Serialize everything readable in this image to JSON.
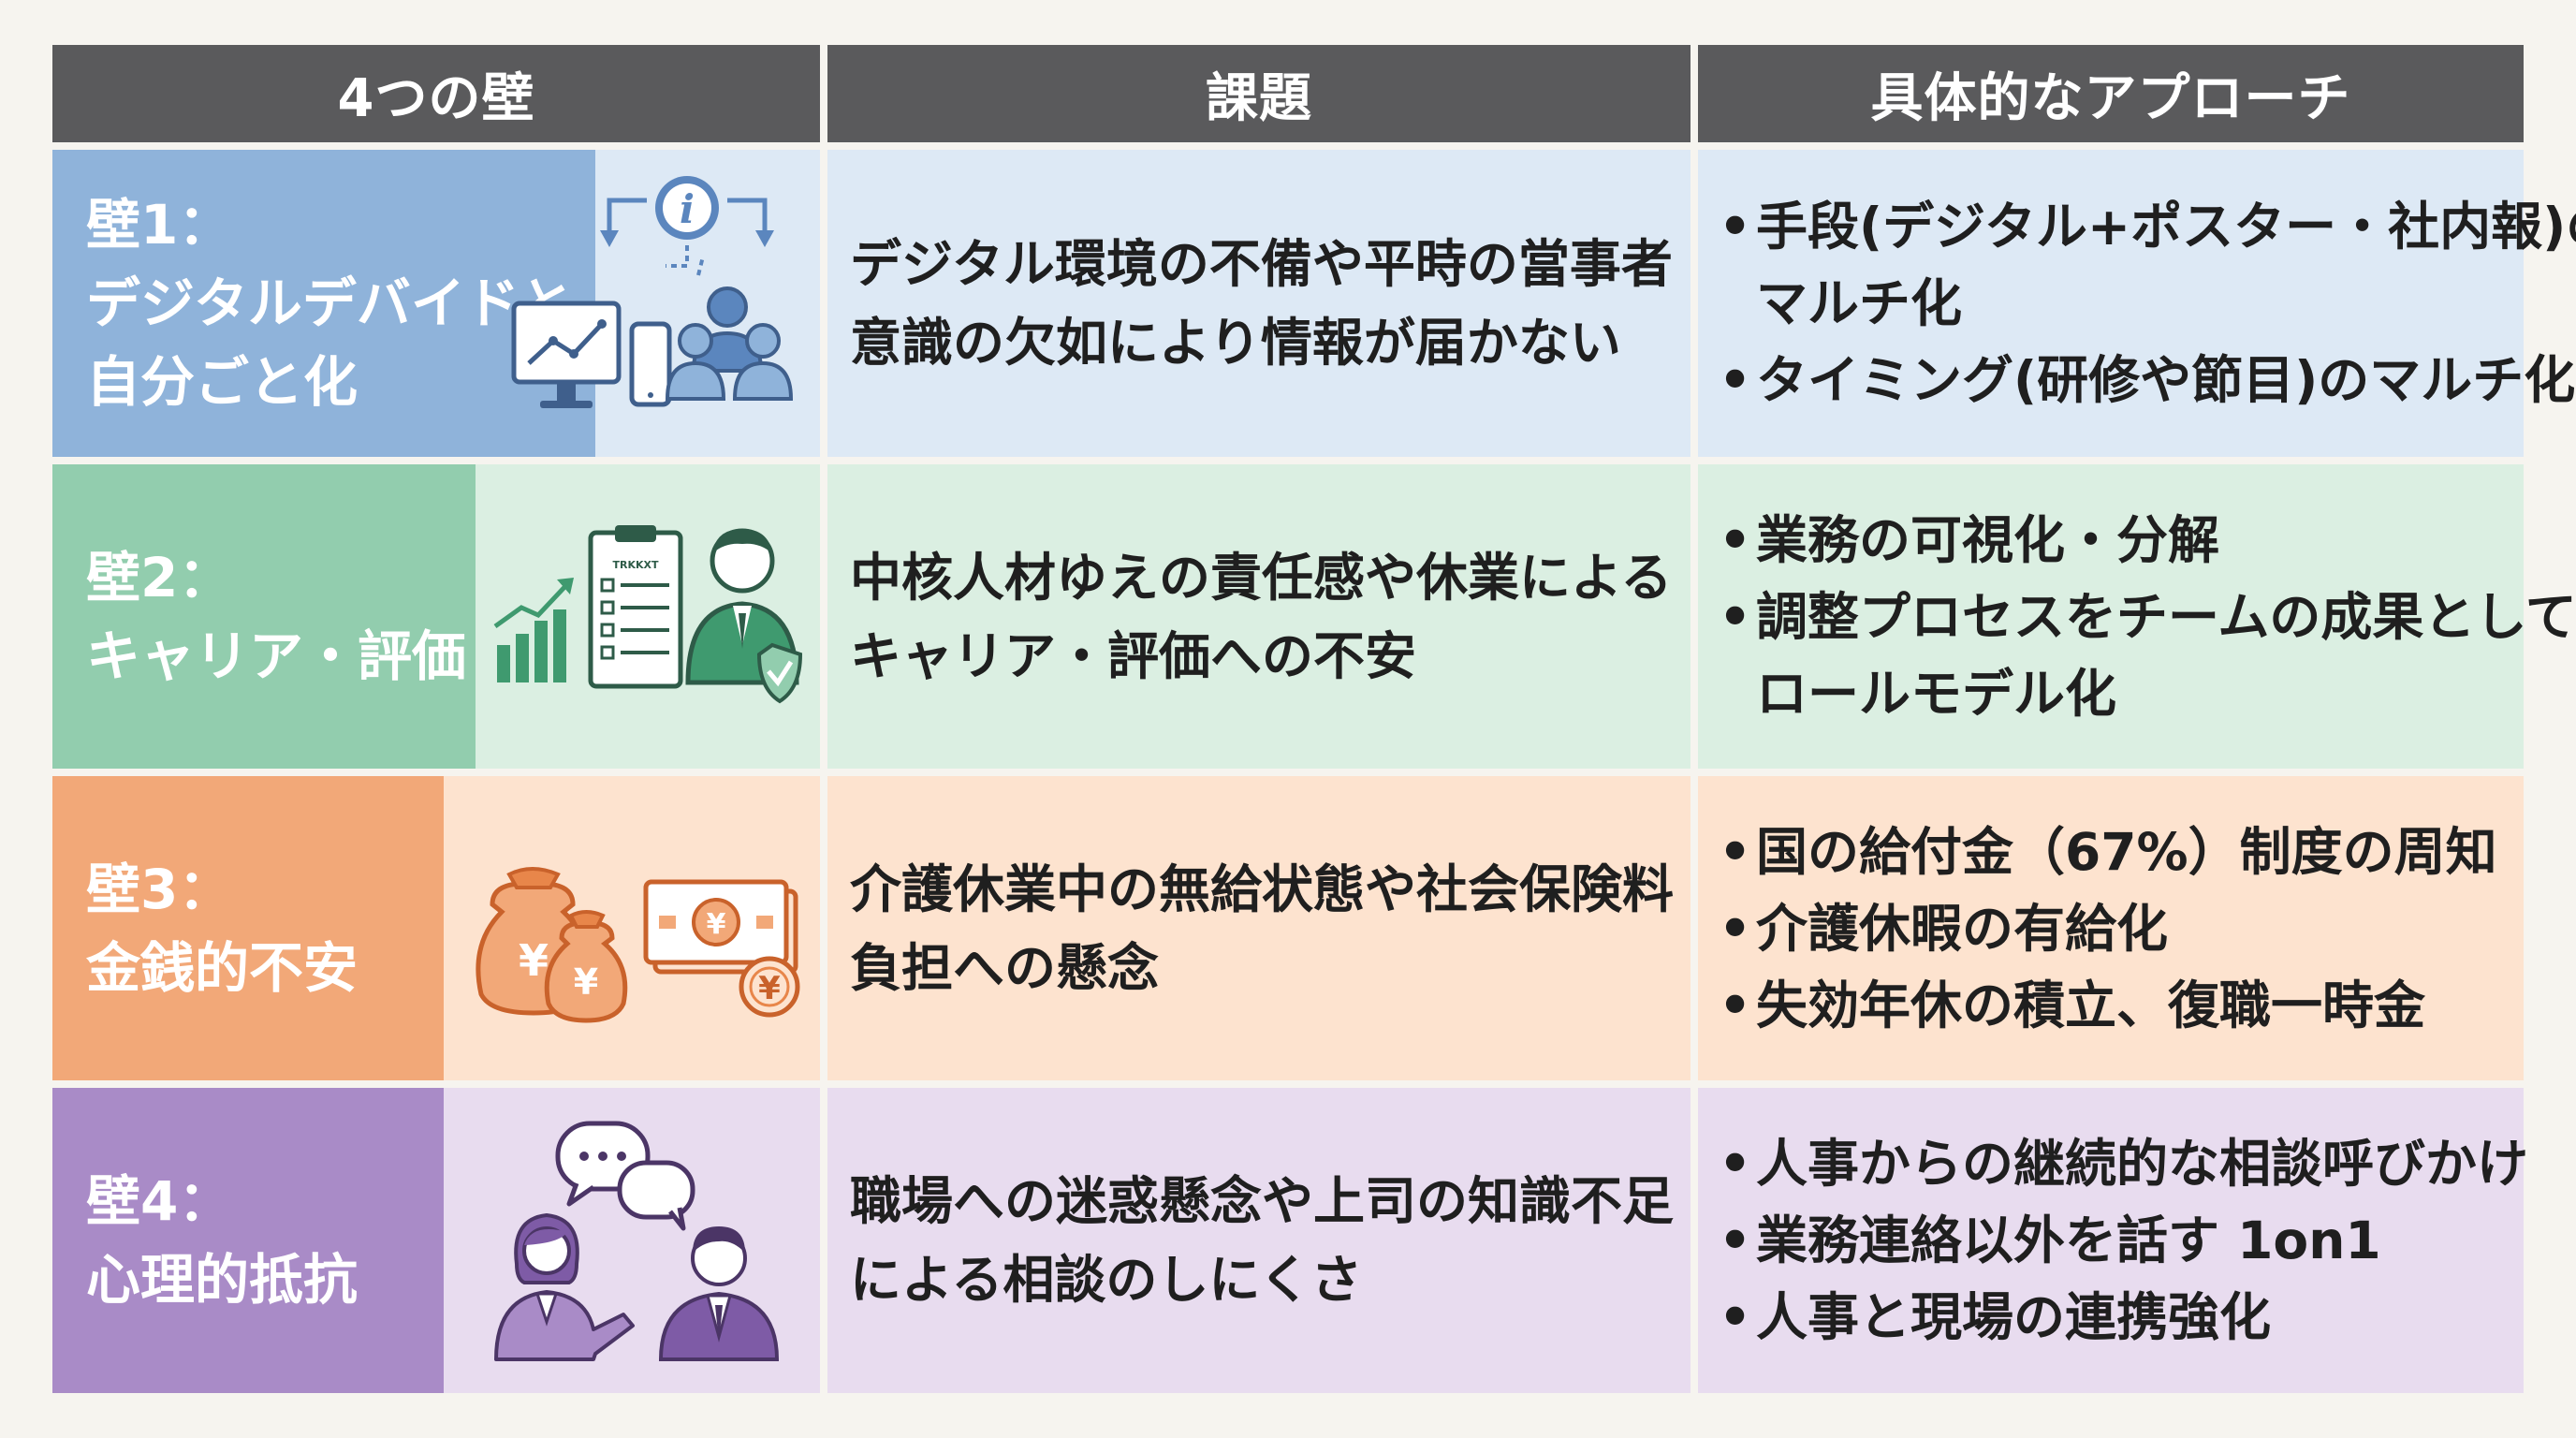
{
  "headers": {
    "wall": "4つの壁",
    "issue": "課題",
    "approach": "具体的なアプローチ"
  },
  "rows": [
    {
      "wall_lines": [
        "壁1：",
        "デジタルデバイドと",
        "自分ごと化"
      ],
      "issue_lines": [
        "デジタル環境の不備や平時の當事者",
        "意識の欠如により情報が届かない"
      ],
      "approaches": [
        [
          "手段(デジタル+ポスター・社内報)の",
          "マルチ化"
        ],
        [
          "タイミング(研修や節目)のマルチ化"
        ]
      ],
      "icons": [
        "info-icon",
        "monitor-chart-icon",
        "smartphone-icon",
        "people-group-icon"
      ]
    },
    {
      "wall_lines": [
        "壁2：",
        "キャリア・評価"
      ],
      "issue_lines": [
        "中核人材ゆえの責任感や休業による",
        "キャリア・評価への不安"
      ],
      "approaches": [
        [
          "業務の可視化・分解"
        ],
        [
          "調整プロセスをチームの成果として",
          "ロールモデル化"
        ]
      ],
      "icons": [
        "growth-chart-icon",
        "clipboard-checklist-icon",
        "businessman-shield-icon"
      ],
      "clipboard_text": "TRKKXT"
    },
    {
      "wall_lines": [
        "壁3：",
        "金銭的不安"
      ],
      "issue_lines": [
        "介護休業中の無給状態や社会保険料",
        "負担への懸念"
      ],
      "approaches": [
        [
          "国の給付金（67%）制度の周知"
        ],
        [
          "介護休暇の有給化"
        ],
        [
          "失効年休の積立、復職一時金"
        ]
      ],
      "icons": [
        "yen-money-bags-icon",
        "yen-banknote-icon",
        "yen-coin-icon"
      ],
      "yen_symbol": "¥"
    },
    {
      "wall_lines": [
        "壁4：",
        "心理的抵抗"
      ],
      "issue_lines": [
        "職場への迷惑懸念や上司の知識不足",
        "による相談のしにくさ"
      ],
      "approaches": [
        [
          "人事からの継続的な相談呼びかけ"
        ],
        [
          "業務連絡以外を話す 1on1"
        ],
        [
          "人事と現場の連携強化"
        ]
      ],
      "icons": [
        "speech-bubbles-icon",
        "woman-consulting-icon",
        "man-listening-icon"
      ]
    }
  ],
  "colors": {
    "header_bg": "#5a5a5c",
    "row1_band": "#8fb3da",
    "row1_bg": "#dde9f5",
    "row1_icon": "#5b86be",
    "row2_band": "#92cdae",
    "row2_bg": "#dbefe2",
    "row2_icon": "#3f9a6f",
    "row3_band": "#f2a878",
    "row3_bg": "#fde3cf",
    "row3_icon": "#e8864a",
    "row4_band": "#a98bc7",
    "row4_bg": "#e8dcef",
    "row4_icon": "#7e5ba6"
  }
}
